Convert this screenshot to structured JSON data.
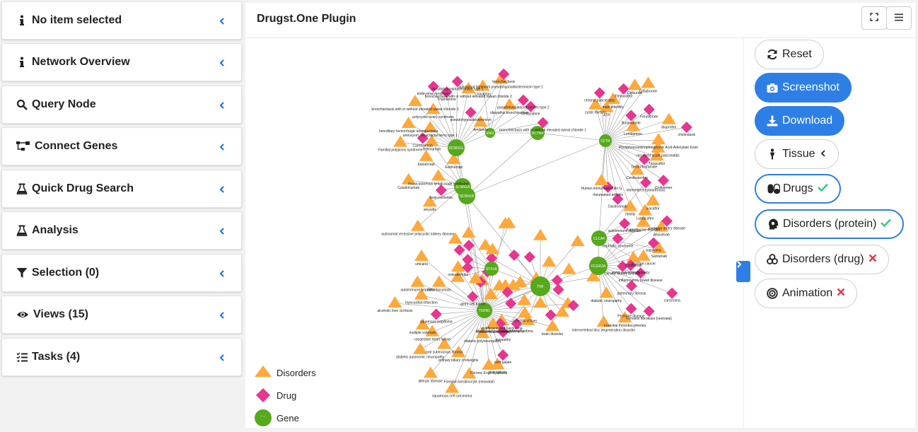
{
  "sidebar": {
    "panels": [
      {
        "label": "No item selected",
        "icon": "info-icon"
      },
      {
        "label": "Network Overview",
        "icon": "info-icon"
      },
      {
        "label": "Query Node",
        "icon": "search-icon"
      },
      {
        "label": "Connect Genes",
        "icon": "network-tree-icon"
      },
      {
        "label": "Quick Drug Search",
        "icon": "flask-icon"
      },
      {
        "label": "Analysis",
        "icon": "flask-icon"
      },
      {
        "label": "Selection (0)",
        "icon": "filter-icon"
      },
      {
        "label": "Views (15)",
        "icon": "eye-icon"
      },
      {
        "label": "Tasks (4)",
        "icon": "tasks-icon"
      }
    ]
  },
  "main": {
    "title": "Drugst.One Plugin"
  },
  "legend": {
    "disorders": "Disorders",
    "drug": "Drug",
    "gene": "Gene",
    "gene_marker": "···"
  },
  "toolbar": {
    "reset": "Reset",
    "screenshot": "Screenshot",
    "download": "Download",
    "tissue": "Tissue",
    "drugs": "Drugs",
    "disorders_protein": "Disorders (protein)",
    "disorders_drug": "Disorders (drug)",
    "animation": "Animation"
  },
  "colors": {
    "accent": "#2d7fe6",
    "disorder": "#ffa83b",
    "drug": "#e8358e",
    "gene": "#56a81c",
    "check": "#3cc78a",
    "cross": "#e23b4c"
  },
  "network": {
    "genes": [
      "SCNN1G",
      "ENG",
      "DCTN4",
      "CFTR",
      "SCNN1A",
      "SCNN1B",
      "CLCA4",
      "STX1A",
      "FCGR2A",
      "TGFB1",
      "TNF"
    ],
    "labels": [
      "Familial polyposis syndrome",
      "Carotuximab",
      "hereditary hemorrhagic telangiectasia",
      "aneurysm, intracranial berry type 1",
      "bronchiectasis with or without elevated sweat chloride 3",
      "polycystic ovary syndrome",
      "embryonal neoplasm",
      "Triamterene",
      "pseudohypoaldosteronism type 1",
      "bronchiectasis with or without elevated sweat chloride 2",
      "pseudohypoaldosteronism",
      "autosomal dominant pseudohypoaldosteronism type 1",
      "Amiloride",
      "pseudohypoaldosteronism type 2",
      "Lixivaptan",
      "bronchiectasis",
      "idiopathic bronchiectasis",
      "Ceftazidime",
      "bronchiectasis with or without elevated sweat chloride 1",
      "cystic fibrosis",
      "chronic pancreatitis",
      "ATP",
      "male infertility",
      "Elexacaftor",
      "Glyburide",
      "Crisaborole",
      "Bumetanide",
      "Fenofibrate",
      "Lonidamine",
      "Ibuprofen",
      "cholestasis",
      "Phosphonoaminophosphonic Acid-Adenylate Ester",
      "recurrent acute pancreatitis",
      "Tezacaftor",
      "Dextrofosfamide",
      "Crofelemer",
      "Dexibuprofen",
      "Ivacaftor",
      "Lumacaftor",
      "rhinitis",
      "Dactinomab",
      "rheumatoid arthritis",
      "Human immunoglobulin G",
      "autosomal recessive polycystic kidney disease",
      "sinusitis",
      "brain ischemia",
      "Canakinumab",
      "mucocutaneous lymph node syndrome",
      "Etanercept",
      "Belimumab",
      "Golimumab",
      "intermittent hydrarthrosis",
      "autoimmune disease",
      "Abciximab",
      "Sarilumab",
      "Cetuximab",
      "chronic kidney disease",
      "nephrotic syndrome",
      "hypertensive disorder",
      "coronary artery disease",
      "papilloma",
      "prostate cancer",
      "aortic valve insufficiency",
      "inflammatory bowel disease",
      "carcinoma",
      "pulmonary fibrosis",
      "Foresitin fibroblast (neonatal)",
      "Peyronie disease",
      "essential thrombocythemia",
      "diabetic neuropathy",
      "intervertebral disc degeneration disorder",
      "cirrhosis of liver",
      "brain disorder",
      "occupational asthma",
      "undifferentiated carcinoma",
      "Duchenne muscular dystrophy",
      "myopathy",
      "Hyaluronidase (ovine)",
      "cleft palate",
      "skin cancer",
      "Chronic Enge dysplasia",
      "diabetic polyneuropathy",
      "Foreskin keratinocyte (neonatal)",
      "squamous cell carcinoma",
      "primary biliary cholangitis",
      "allergic disease",
      "oral submucous fibrosis",
      "diabetic autonomic neuropathy",
      "congestive heart failure",
      "multiple sclerosis",
      "squamous papilloma",
      "alcoholic liver cirrhosis",
      "myocardial infarction",
      "autoimmune hepatitis",
      "thrombocytosis",
      "urticaria",
      "germ cell tumor",
      "osteoarthritis"
    ]
  }
}
